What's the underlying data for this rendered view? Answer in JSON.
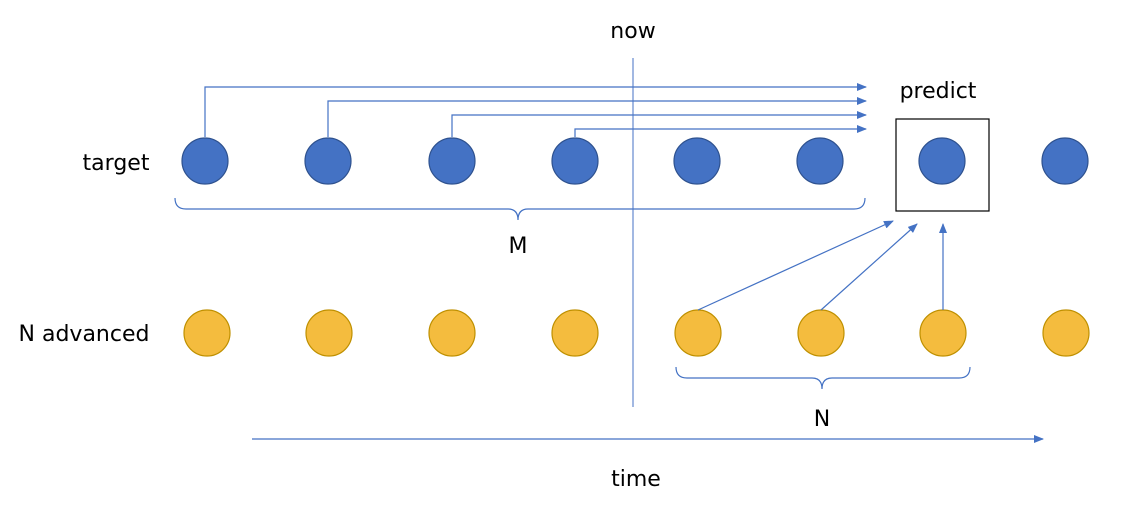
{
  "labels": {
    "now": "now",
    "predict": "predict",
    "target": "target",
    "n_advanced": "N advanced",
    "m": "M",
    "n": "N",
    "time": "time"
  },
  "colors": {
    "target_dot": "#4472C4",
    "advanced_dot": "#F4BC3E",
    "connector": "#4472C4"
  }
}
